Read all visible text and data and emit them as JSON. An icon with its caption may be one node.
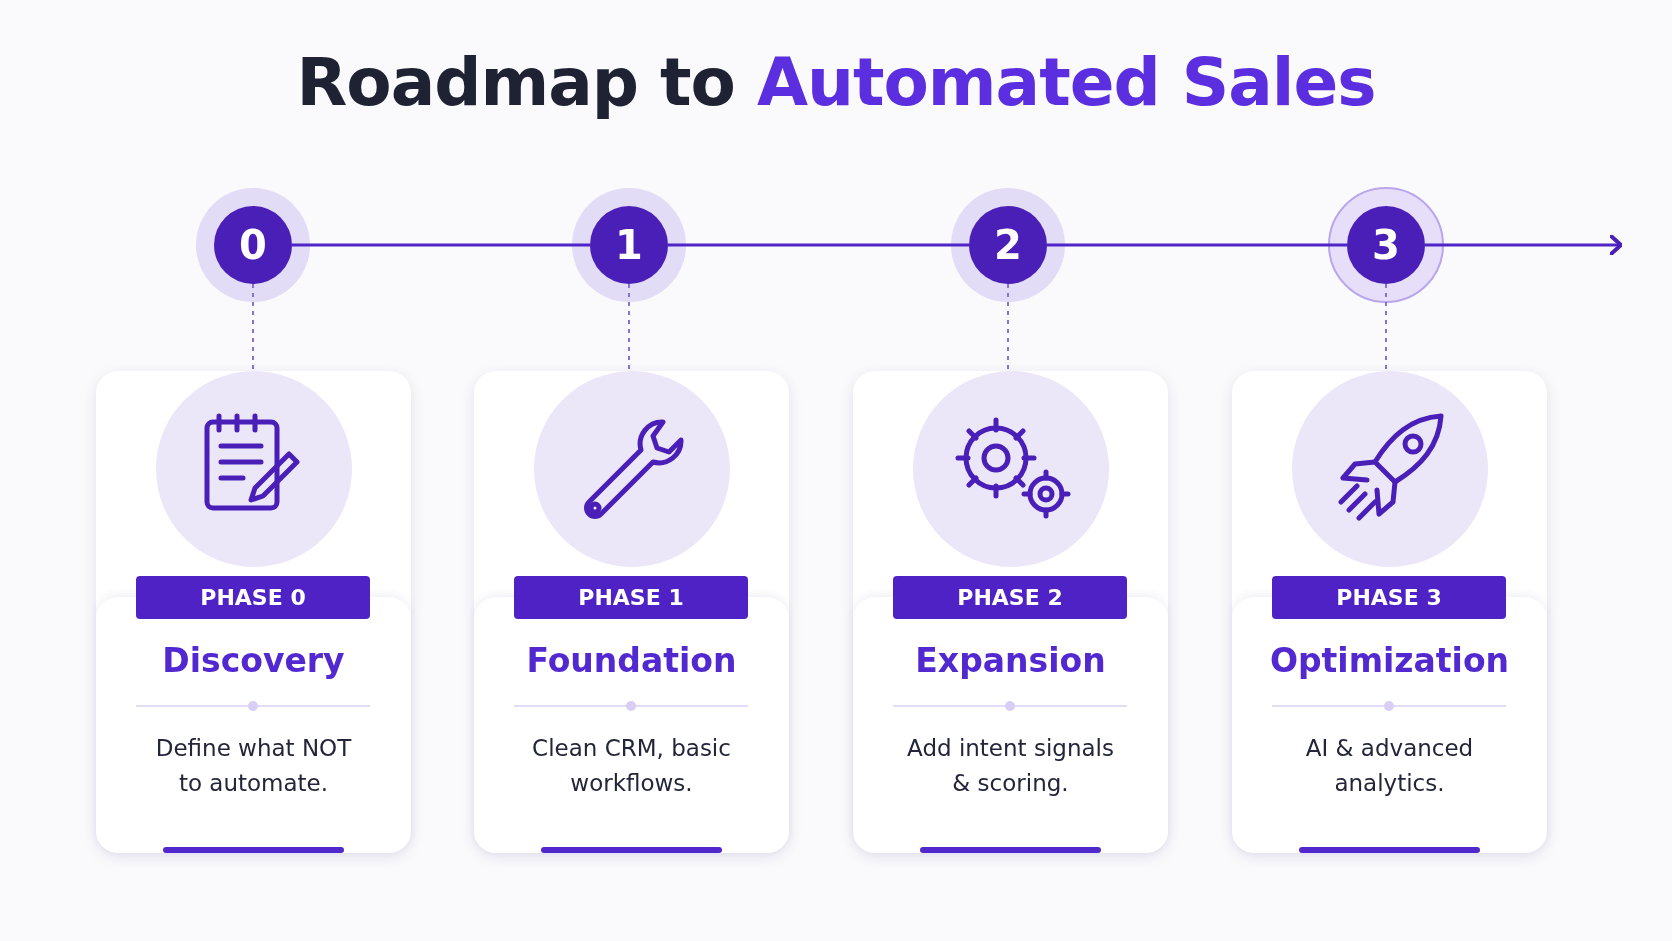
{
  "diagram": {
    "title": "Roadmap to Automated Sales",
    "nodes": [
      {
        "text": [
          "0"
        ]
      },
      {
        "text": [
          "1"
        ]
      },
      {
        "text": [
          "2"
        ]
      },
      {
        "text": [
          "3"
        ]
      },
      {
        "text": [
          "PHASE 0",
          "Discovery",
          "Define what NOT to automate."
        ]
      },
      {
        "text": [
          "PHASE 1",
          "Foundation",
          "Clean CRM, basic workflows."
        ]
      },
      {
        "text": [
          "PHASE 2",
          "Expansion",
          "Add intent signals & scoring."
        ]
      },
      {
        "text": [
          "PHASE 3",
          "Optimization",
          "AI & advanced analytics."
        ]
      }
    ],
    "edges": [
      {
        "from": 0,
        "to": 1,
        "arrow": "none"
      },
      {
        "from": 1,
        "to": 2,
        "arrow": "none"
      },
      {
        "from": 2,
        "to": 3,
        "arrow": "none"
      },
      {
        "from": 3,
        "to": null,
        "arrow": "to"
      },
      {
        "from": 0,
        "to": 4,
        "arrow": "none",
        "style": "dashed"
      },
      {
        "from": 1,
        "to": 5,
        "arrow": "none",
        "style": "dashed"
      },
      {
        "from": 2,
        "to": 6,
        "arrow": "none",
        "style": "dashed"
      },
      {
        "from": 3,
        "to": 7,
        "arrow": "none",
        "style": "dashed"
      }
    ]
  }
}
